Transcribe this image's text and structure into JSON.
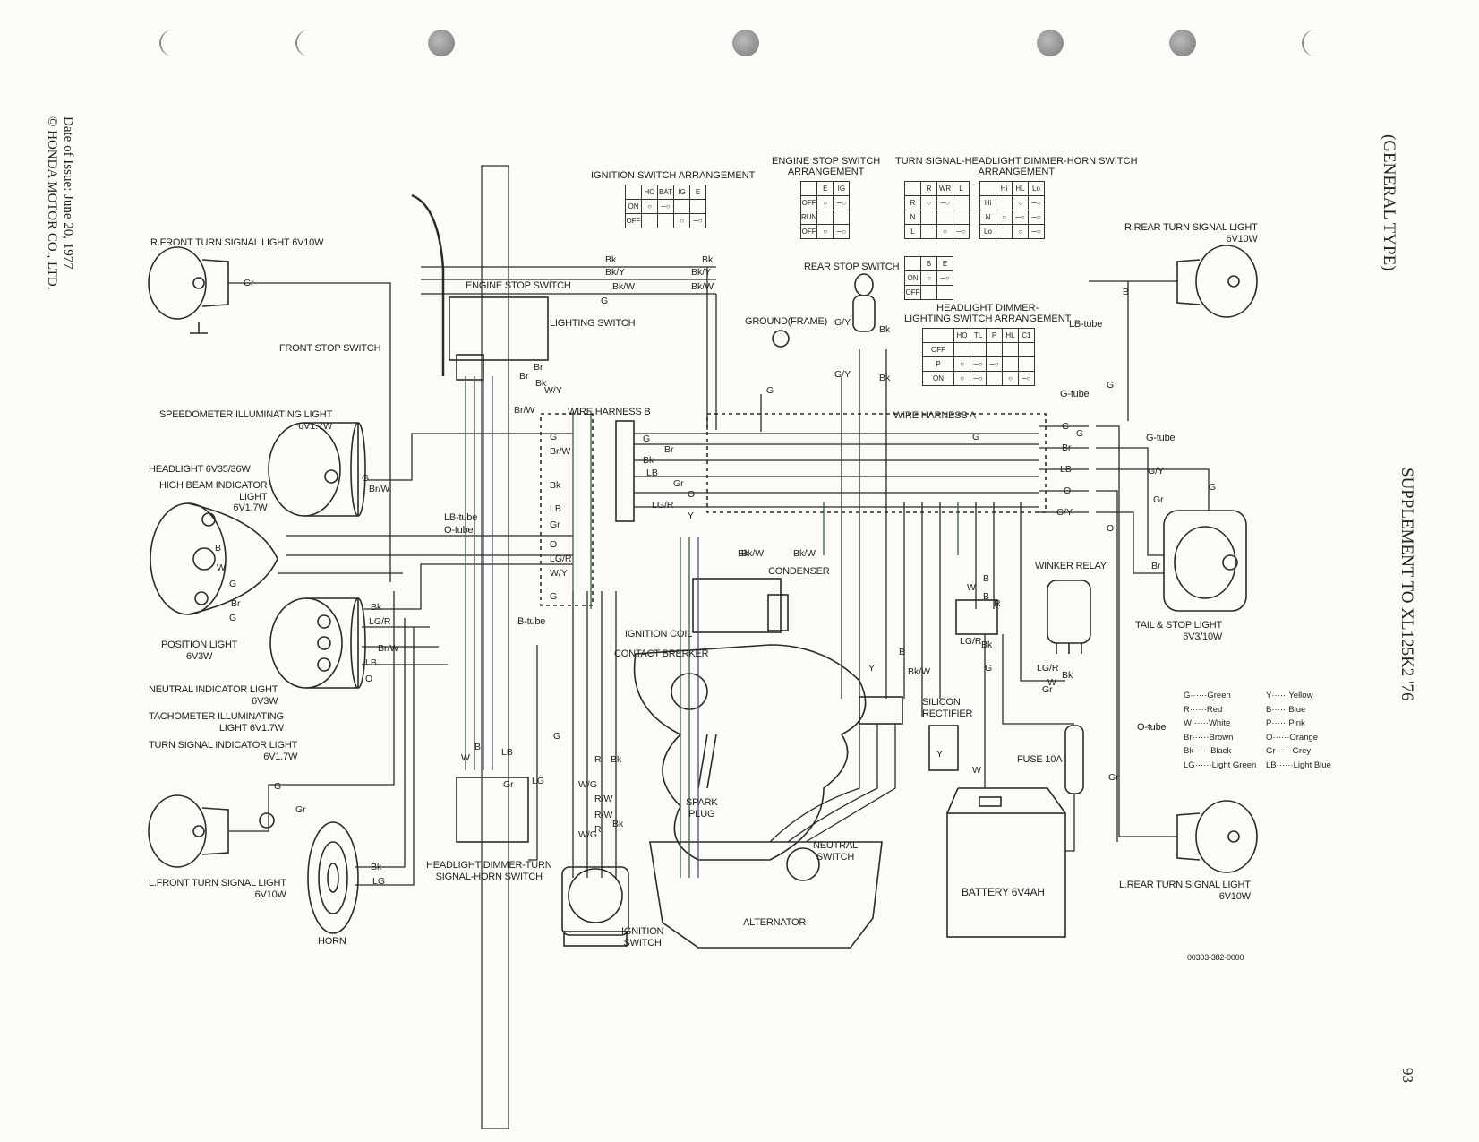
{
  "page": {
    "side_title": "(GENERAL TYPE)",
    "supplement": "SUPPLEMENT TO XL125K2 '76",
    "page_number": "93",
    "date_of_issue": "Date of Issue: June 20, 1977",
    "copyright": "© HONDA MOTOR CO., LTD.",
    "part_number": "00303-382-0000"
  },
  "tables": {
    "ignition": {
      "title": "IGNITION SWITCH ARRANGEMENT",
      "cols": [
        "HO",
        "BAT",
        "IG",
        "E"
      ],
      "rows": [
        "ON",
        "OFF"
      ]
    },
    "engine_stop": {
      "title": "ENGINE STOP SWITCH",
      "subtitle": "ARRANGEMENT",
      "cols": [
        "E",
        "IG"
      ],
      "rows": [
        "OFF",
        "RUN",
        "OFF"
      ]
    },
    "turn_signal": {
      "title": "TURN SIGNAL-HEADLIGHT DIMMER-HORN SWITCH",
      "subtitle": "ARRANGEMENT",
      "cols": [
        "R",
        "WR",
        "L",
        "Hi",
        "HL",
        "Lo"
      ],
      "rows": [
        "R",
        "N",
        "L"
      ],
      "dimmer_rows": [
        "Hi",
        "N",
        "Lo"
      ]
    },
    "horn": {
      "cols": [
        "B",
        "E"
      ],
      "rows": [
        "ON",
        "OFF"
      ]
    },
    "lighting": {
      "title": "HEADLIGHT DIMMER-",
      "subtitle": "LIGHTING SWITCH ARRANGEMENT",
      "cols": [
        "HO",
        "TL",
        "P",
        "HL",
        "C1"
      ],
      "rows": [
        "OFF",
        "P",
        "ON"
      ]
    }
  },
  "components": {
    "r_front_turn": "R.FRONT TURN SIGNAL LIGHT 6V10W",
    "engine_stop_switch": "ENGINE STOP SWITCH",
    "lighting_switch": "LIGHTING SWITCH",
    "front_stop_switch": "FRONT STOP SWITCH",
    "speedo_light": "SPEEDOMETER ILLUMINATING LIGHT",
    "speedo_light_w": "6V1.7W",
    "headlight": "HEADLIGHT 6V35/36W",
    "high_beam": "HIGH BEAM INDICATOR",
    "high_beam_light": "LIGHT",
    "high_beam_w": "6V1.7W",
    "position_light": "POSITION LIGHT",
    "position_light_w": "6V3W",
    "neutral_indicator": "NEUTRAL INDICATOR LIGHT",
    "neutral_indicator_w": "6V3W",
    "tacho_light": "TACHOMETER ILLUMINATING",
    "tacho_light_w": "LIGHT 6V1.7W",
    "turn_indicator": "TURN SIGNAL INDICATOR LIGHT",
    "turn_indicator_w": "6V1.7W",
    "l_front_turn": "L.FRONT TURN SIGNAL LIGHT",
    "l_front_turn_w": "6V10W",
    "horn": "HORN",
    "dimmer_switch": "HEADLIGHT DIMMER-TURN",
    "dimmer_switch_2": "SIGNAL-HORN SWITCH",
    "ignition_switch": "IGNITION",
    "ignition_switch_2": "SWITCH",
    "wire_harness_b": "WIRE HARNESS B",
    "wire_harness_a": "WIRE HARNESS A",
    "ground": "GROUND(FRAME)",
    "rear_stop_switch": "REAR STOP SWITCH",
    "condenser": "CONDENSER",
    "ignition_coil": "IGNITION COIL",
    "contact_breaker": "CONTACT BRERKER",
    "spark_plug": "SPARK",
    "spark_plug_2": "PLUG",
    "neutral_switch": "NEUTRAL",
    "neutral_switch_2": "SWITCH",
    "alternator": "ALTERNATOR",
    "silicon_rectifier": "SILICON",
    "silicon_rectifier_2": "RECTIFIER",
    "winker_relay": "WINKER RELAY",
    "fuse": "FUSE 10A",
    "battery": "BATTERY 6V4AH",
    "r_rear_turn": "R.REAR TURN SIGNAL LIGHT",
    "r_rear_turn_w": "6V10W",
    "tail_stop": "TAIL & STOP LIGHT",
    "tail_stop_w": "6V3/10W",
    "l_rear_turn": "L.REAR TURN SIGNAL LIGHT",
    "l_rear_turn_w": "6V10W",
    "lb_tube": "LB-tube",
    "g_tube": "G-tube",
    "o_tube": "O-tube",
    "b_tube": "B-tube",
    "lb_tube_2": "LB-tube",
    "o_tube_2": "O-tube",
    "g_tube_2": "G-tube"
  },
  "wire_labels": {
    "top": [
      "Bk",
      "Bk/Y",
      "Bk/W",
      "G",
      "Bk",
      "Bk/Y",
      "Bk/W"
    ],
    "harness_b_left": [
      "G",
      "Br/W",
      "Bk",
      "LB",
      "Gr",
      "O",
      "LG/R",
      "W/Y",
      "G"
    ],
    "harness_b_right": [
      "G",
      "Br",
      "Bk",
      "LB",
      "Gr",
      "O",
      "LG/R",
      "Y"
    ],
    "harness_a_right": [
      "G",
      "Br",
      "LB",
      "O",
      "G/Y"
    ],
    "misc": [
      "Gr",
      "G",
      "Br/W",
      "B",
      "W",
      "G",
      "Br",
      "G",
      "Bk",
      "LG/R",
      "Br/W",
      "LB",
      "O",
      "G",
      "Gr",
      "Bk",
      "LG",
      "Br",
      "Br/W",
      "Bk",
      "W/Y",
      "Br",
      "W",
      "B",
      "LB",
      "Gr",
      "LG",
      "G/Y",
      "Bk",
      "G/Y",
      "Bk",
      "G",
      "W",
      "B",
      "R",
      "Bk",
      "B",
      "Bk/W",
      "Y",
      "LG/R",
      "Bk",
      "Y",
      "W",
      "LG/R",
      "W",
      "Bk",
      "Gr",
      "B",
      "G",
      "Gr",
      "O",
      "G/Y",
      "Gr",
      "Br",
      "W/G",
      "R",
      "Bk",
      "R/W",
      "W/G",
      "R",
      "Bk",
      "R/W",
      "G",
      "Bk/W",
      "Bk/W",
      "B",
      "G",
      "G",
      "G",
      "G"
    ]
  },
  "legend": [
    {
      "code": "G",
      "name": "Green"
    },
    {
      "code": "R",
      "name": "Red"
    },
    {
      "code": "W",
      "name": "White"
    },
    {
      "code": "Br",
      "name": "Brown"
    },
    {
      "code": "Bk",
      "name": "Black"
    },
    {
      "code": "LG",
      "name": "Light Green"
    },
    {
      "code": "Y",
      "name": "Yellow"
    },
    {
      "code": "B",
      "name": "Blue"
    },
    {
      "code": "P",
      "name": "Pink"
    },
    {
      "code": "O",
      "name": "Orange"
    },
    {
      "code": "Gr",
      "name": "Grey"
    },
    {
      "code": "LB",
      "name": "Light Blue"
    }
  ],
  "colors": {
    "ink": "#2a2a2a",
    "wire_green": "#3a5a3a",
    "wire_purple": "#5a4a7a",
    "paper": "#fbfbf8"
  }
}
